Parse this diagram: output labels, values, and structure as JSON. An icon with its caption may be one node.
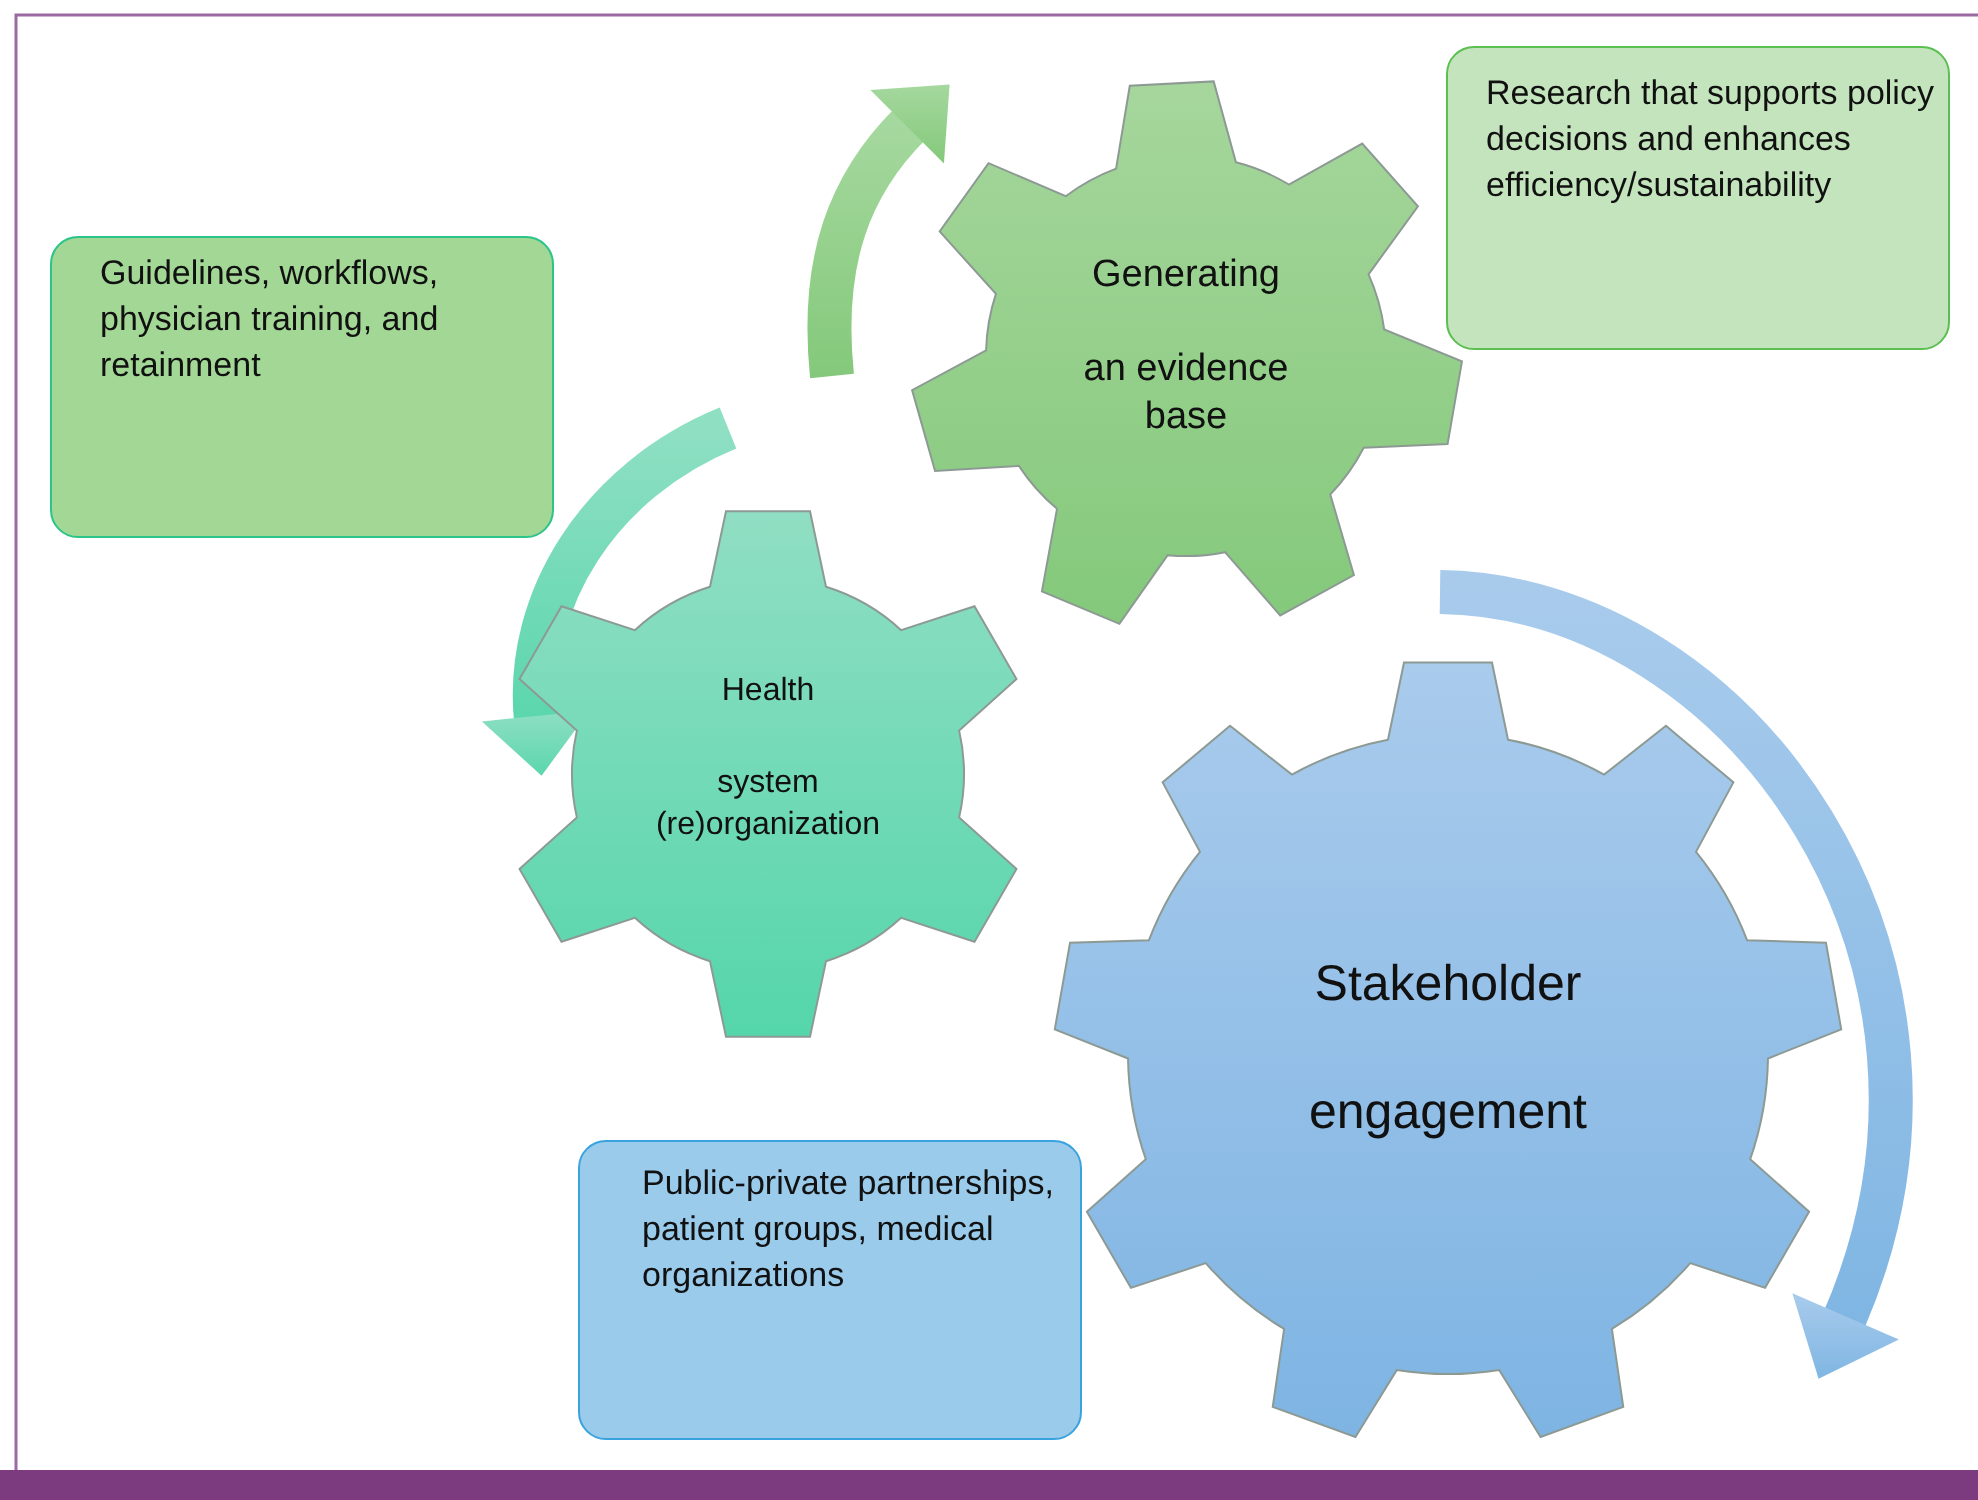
{
  "diagram": {
    "nodes": [
      {
        "text": [
          "Guidelines, workflows, physician training, and retainment"
        ]
      },
      {
        "text": [
          "Generating",
          "an evidence base"
        ]
      },
      {
        "text": [
          "Research that supports policy decisions and enhances efficiency/sustainability"
        ]
      },
      {
        "text": [
          "Health",
          "system (re)organization"
        ]
      },
      {
        "text": [
          "Stakeholder",
          "engagement"
        ]
      },
      {
        "text": [
          "Public-private partnerships, patient groups, medical organizations"
        ]
      }
    ]
  }
}
